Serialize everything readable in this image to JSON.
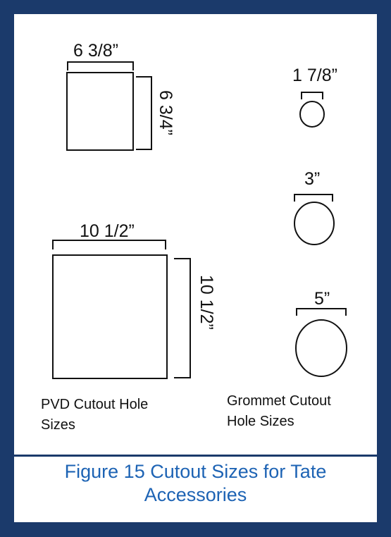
{
  "colors": {
    "border": "#1b3a6b",
    "caption": "#1d63b4",
    "line": "#111111"
  },
  "pvd": {
    "small_width": "6 3/8”",
    "small_height": "6 3/4”",
    "large_width": "10 1/2”",
    "large_height": "10 1/2”",
    "caption_line1": "PVD Cutout Hole",
    "caption_line2": "Sizes"
  },
  "grommet": {
    "size_small": "1 7/8”",
    "size_medium": "3”",
    "size_large": "5”",
    "caption_line1": "Grommet Cutout",
    "caption_line2": "Hole Sizes"
  },
  "figure": {
    "caption_line1": "Figure 15  Cutout Sizes for  Tate",
    "caption_line2": "Accessories"
  }
}
